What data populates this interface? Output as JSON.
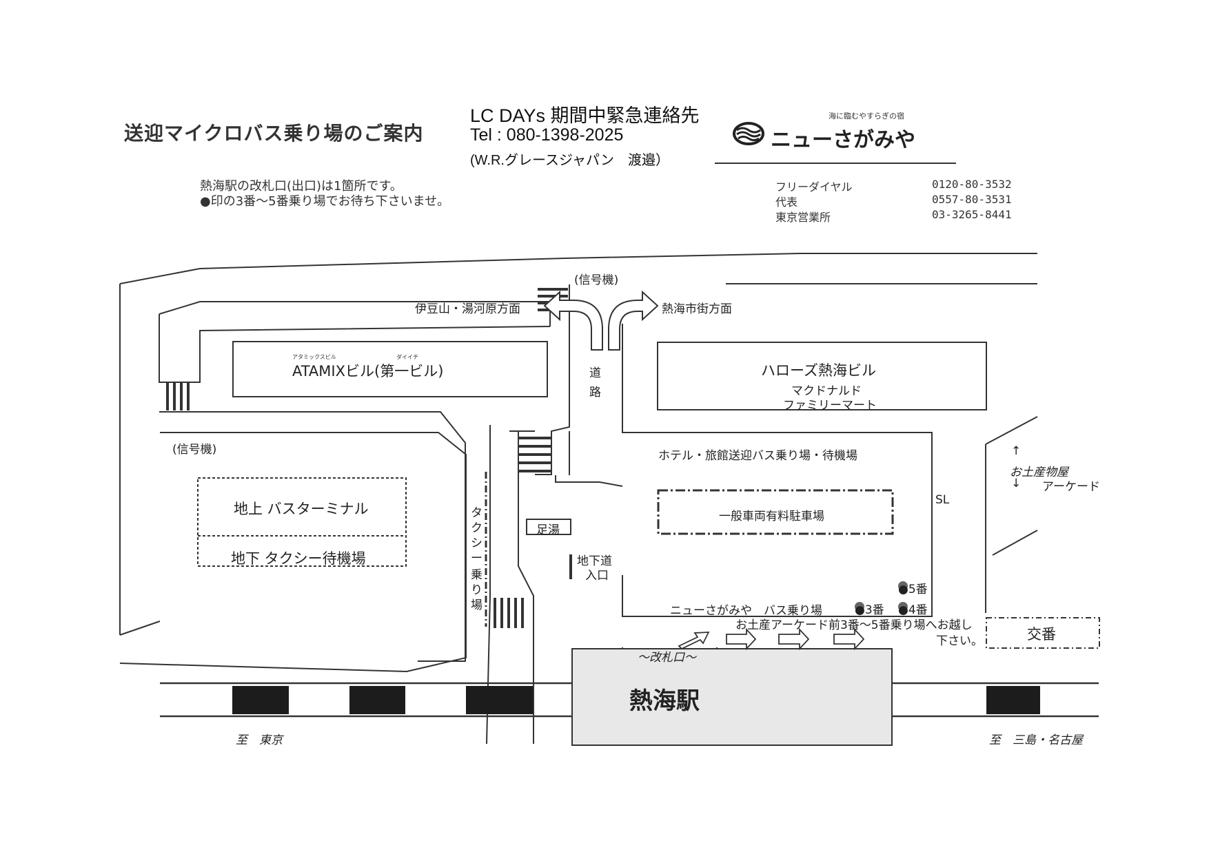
{
  "header": {
    "title": "送迎マイクロバス乗り場のご案内",
    "contact_title": "LC DAYs 期間中緊急連絡先",
    "contact_tel": "Tel : 080-1398-2025",
    "contact_person": "(W.R.グレースジャパン　渡邉）",
    "note_line1": "熱海駅の改札口(出口)は1箇所です。",
    "note_line2": "●印の3番～5番乗り場でお待ち下さいませ。"
  },
  "hotel": {
    "tagline": "海に臨むやすらぎの宿",
    "name": "ニューさがみや",
    "phones": [
      {
        "label": "フリーダイヤル",
        "number": "0120-80-3532"
      },
      {
        "label": "代表",
        "number": "0557-80-3531"
      },
      {
        "label": "東京営業所",
        "number": "03-3265-8441"
      }
    ]
  },
  "map": {
    "signal_top": "(信号機)",
    "signal_left": "(信号機)",
    "dir_left": "伊豆山・湯河原方面",
    "dir_right": "熱海市街方面",
    "road_1": "道",
    "road_2": "路",
    "atamix_ruby": "アタミックスビル",
    "daiichi_ruby": "ダイイチ",
    "atamix": "ATAMIXビル(第一ビル)",
    "harrows": "ハローズ熱海ビル",
    "mcdonalds": "マクドナルド",
    "familymart": "ファミリーマート",
    "hotel_bus_area": "ホテル・旅館送迎バス乗り場・待機場",
    "sl": "SL",
    "arcade_1": "お土産物屋",
    "arcade_2": "アーケード",
    "arrow_up": "↑",
    "arrow_down": "↓",
    "parking": "一般車両有料駐車場",
    "bus_terminal": "地上 バスターミナル",
    "taxi_wait": "地下 タクシー待機場",
    "taxi_stand": [
      "タ",
      "ク",
      "シ",
      "ー",
      "乗",
      "り",
      "場"
    ],
    "footbath": "足湯",
    "underpass_1": "地下道",
    "underpass_2": "入口",
    "stop5": "●5番",
    "stop3": "●3番",
    "stop4": "●4番",
    "bus_stop_label": "ニューさがみや　バス乗り場",
    "guide_1": "お土産アーケード前3番～5番乗り場へお越し",
    "guide_2": "下さい。",
    "koban": "交番",
    "gate": "～改札口～",
    "station": "熱海駅",
    "to_tokyo": "至　東京",
    "to_mishima": "至　三島・名古屋"
  },
  "colors": {
    "line": "#333333",
    "station_fill": "#e8e8e8",
    "rail_block": "#1c1c1c",
    "stop_dot": "#666666"
  }
}
